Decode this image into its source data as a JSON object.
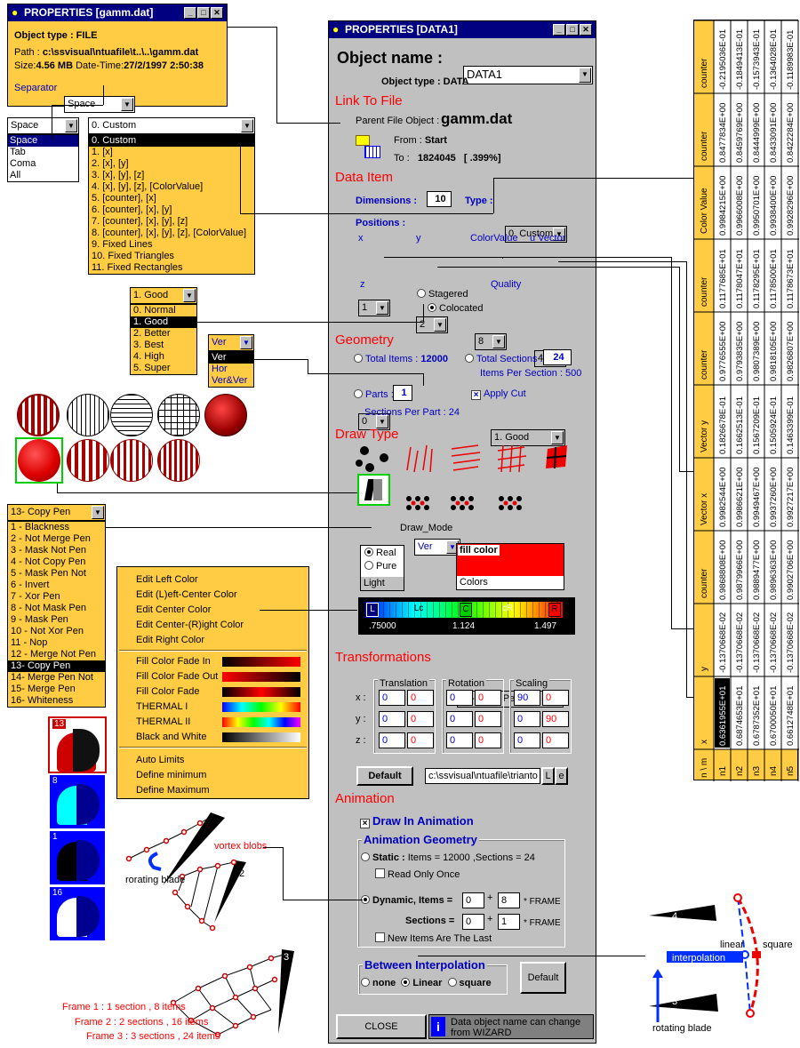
{
  "file_props": {
    "title": "PROPERTIES  [gamm.dat]",
    "object_type": "Object type : FILE",
    "path_label": "Path :",
    "path_value": "c:\\ssvisual\\ntuafile\\t..\\..\\gamm.dat",
    "size_label": "Size:",
    "size_value": "4.56 MB",
    "datetime_label": "Date-Time:",
    "datetime_value": "27/2/1997 2:50:38",
    "separator_label": "Separator",
    "separator_value": "Space"
  },
  "separator_list": {
    "selected": "Space",
    "items": [
      "Space",
      "Tab",
      "Coma",
      "All"
    ]
  },
  "type_list": {
    "selected": "0. Custom",
    "items": [
      "0. Custom",
      "1. [x]",
      "2. [x], [y]",
      "3. [x], [y], [z]",
      "4. [x], [y], [z], [ColorValue]",
      "5. [counter], [x]",
      "6. [counter], [x], [y]",
      "7. [counter], [x], [y], [z]",
      "8. [counter], [x], [y], [z], [ColorValue]",
      "9. Fixed Lines",
      "10. Fixed Triangles",
      "11. Fixed Rectangles"
    ]
  },
  "quality_list": {
    "selected": "1. Good",
    "items": [
      "0. Normal",
      "1. Good",
      "2. Better",
      "3. Best",
      "4. High",
      "5. Super"
    ]
  },
  "ver_list": {
    "selected": "Ver",
    "items": [
      "Ver",
      "Hor",
      "Ver&Ver"
    ]
  },
  "pen_list": {
    "selected": "13- Copy Pen",
    "items": [
      "1 - Blackness",
      "2 - Not Merge Pen",
      "3 - Mask Not Pen",
      "4 - Not Copy Pen",
      "5 - Mask Pen Not",
      "6 - Invert",
      "7 - Xor Pen",
      "8 - Not Mask Pen",
      "9 - Mask Pen",
      "10 - Not Xor Pen",
      "11 - Nop",
      "12 - Merge Not Pen",
      "13- Copy Pen",
      "14- Merge Pen Not",
      "15- Merge Pen",
      "16- Whiteness"
    ]
  },
  "color_menu": {
    "items": [
      "Edit Left Color",
      "Edit (L)eft-Center Color",
      "Edit Center Color",
      "Edit Center-(R)ight Color",
      "Edit Right Color"
    ],
    "fades": [
      "Fill Color Fade In",
      "Fill Color Fade Out",
      "Fill Color Fade",
      "THERMAL   I",
      "THERMAL   II",
      "Black and White"
    ],
    "limits": [
      "Auto Limits",
      "Define minimum",
      "Define Maximum"
    ]
  },
  "pen_previews": [
    "13",
    "8",
    "1",
    "16"
  ],
  "main": {
    "title": "PROPERTIES  [DATA1]",
    "object_name_label": "Object name :",
    "object_name_value": "DATA1",
    "object_type": "Object type : DATA",
    "link_to_file": "Link To File",
    "parent_label": "Parent File Object :",
    "parent_value": "gamm.dat",
    "from_label": "From :",
    "from_value": "Start",
    "to_label": "To :",
    "to_value": "1824045",
    "to_pct": "[ .399%]",
    "data_item": "Data Item",
    "dimensions_label": "Dimensions :",
    "dimensions_value": "10",
    "type_label": "Type :",
    "type_value": "0. Custom",
    "positions_label": "Positions :",
    "x_label": "x",
    "x_value": "1",
    "y_label": "y",
    "y_value": "2",
    "colorvalue_label": "ColorValue",
    "colorvalue_value": "8",
    "uvector_label": "u Vector",
    "uvector_value": "4",
    "z_label": "z",
    "z_value": "0",
    "staggered": "Stagered",
    "colocated": "Colocated",
    "quality_label": "Quality",
    "quality_value": "1. Good",
    "geometry": "Geometry",
    "total_items_label": "Total Items :",
    "total_items_value": "12000",
    "total_sections_label": "Total Sections :",
    "total_sections_value": "24",
    "items_per_section": "Items Per Section : 500",
    "parts_label": "Parts :",
    "parts_value": "1",
    "parts_dir": "Ver",
    "apply_cut": "Apply Cut",
    "sections_per_part": "Sections Per Part : 24",
    "draw_type": "Draw Type",
    "draw_mode_label": "Draw_Mode",
    "draw_mode_value": "13- Copy Pen",
    "real": "Real",
    "pure": "Pure",
    "light": "Light",
    "fill_color": "fill color",
    "colors": "Colors",
    "bar_labels": [
      "L",
      "Lc",
      "C",
      "cR",
      "R"
    ],
    "bar_values": [
      ".75000",
      "1.124",
      "1.497"
    ],
    "transformations": "Transformations",
    "translation": "Translation",
    "rotation": "Rotation",
    "scaling": "Scaling",
    "axis_x": "x :",
    "axis_y": "y :",
    "axis_z": "z :",
    "tr": [
      [
        "0",
        "0"
      ],
      [
        "0",
        "0"
      ],
      [
        "0",
        "0"
      ]
    ],
    "rot": [
      [
        "0",
        "0"
      ],
      [
        "0",
        "0"
      ],
      [
        "0",
        "0"
      ]
    ],
    "sc": [
      [
        "90",
        "0"
      ],
      [
        "0",
        "90"
      ],
      [
        "0",
        "0"
      ]
    ],
    "default_btn": "Default",
    "path_field": "c:\\ssvisual\\ntuafile\\trianto",
    "l_btn": "L",
    "e_btn": "e",
    "animation": "Animation",
    "draw_in_animation": "Draw In Animation",
    "anim_geometry": "Animation Geometry",
    "static_label": "Static :",
    "static_text": "Items = 12000 ,Sections = 24",
    "read_only_once": "Read Only Once",
    "dynamic_label": "Dynamic, Items =",
    "dyn_items_a": "0",
    "dyn_items_b": "8",
    "plus": "+",
    "frame": "* FRAME",
    "sections_label": "Sections =",
    "dyn_sec_a": "0",
    "dyn_sec_b": "1",
    "new_items_last": "New Items Are The Last",
    "between_interp": "Between Interpolation",
    "none": "none",
    "linear": "Linear",
    "square": "square",
    "default2": "Default",
    "close_btn": "CLOSE",
    "info_icon": "i",
    "info_text": "Data object name can change from WIZARD"
  },
  "table": {
    "corner": "n \\ m",
    "rows": [
      "n1",
      "n2",
      "n3",
      "n4",
      "n5"
    ],
    "cols": [
      {
        "head": "x",
        "vals": [
          "0.6361955E+01",
          "0.6874653E+01",
          "0.6787352E+01",
          "0.6700050E+01",
          "0.6612748E+01"
        ]
      },
      {
        "head": "y",
        "vals": [
          "-0.1370668E-02",
          "-0.1370668E-02",
          "-0.1370668E-02",
          "-0.1370668E-02",
          "-0.1370668E-02"
        ]
      },
      {
        "head": "counter",
        "vals": [
          "0.9868808E+00",
          "0.9879966E+00",
          "0.9889477E+00",
          "0.9896363E+00",
          "0.9902706E+00"
        ]
      },
      {
        "head": "Vector x",
        "vals": [
          "0.9982544E+00",
          "0.9986621E+00",
          "0.9949467E+00",
          "0.9937260E+00",
          "0.9927217E+00"
        ]
      },
      {
        "head": "Vector y",
        "vals": [
          "0.1826678E-01",
          "0.1662513E-01",
          "0.1567209E-01",
          "0.1505924E-01",
          "0.1463399E-01"
        ]
      },
      {
        "head": "counter",
        "vals": [
          "0.9776555E+00",
          "0.9793835E+00",
          "0.9807389E+00",
          "0.9818105E+00",
          "0.9826807E+00"
        ]
      },
      {
        "head": "counter",
        "vals": [
          "0.1177685E+01",
          "0.1178047E+01",
          "0.1178295E+01",
          "0.1178500E+01",
          "0.1178673E+01"
        ]
      },
      {
        "head": "Color Value",
        "vals": [
          "0.9984215E+00",
          "0.9966008E+00",
          "0.9950701E+00",
          "0.9938400E+00",
          "0.9928296E+00"
        ]
      },
      {
        "head": "counter",
        "vals": [
          "0.8477834E+00",
          "0.8459769E+00",
          "0.8444999E+00",
          "0.8433091E+00",
          "0.8422284E+00"
        ]
      },
      {
        "head": "counter",
        "vals": [
          "-0.2195036E-01",
          "-0.1849413E-01",
          "-0.1573943E-01",
          "-0.1364028E-01",
          "-0.1189983E-01"
        ]
      }
    ]
  },
  "annotations": {
    "rotating_blade_1": "rorating blade",
    "vortex_blobs": "vortex blobs",
    "frame1": "Frame 1 : 1 section , 8 items",
    "frame2": "Frame 2 : 2 sections , 16 items",
    "frame3": "Frame 3 : 3 sections , 24 items",
    "blade_nums": [
      "1",
      "2",
      "3"
    ],
    "right_interp": "interpolation",
    "right_linear": "linear",
    "right_square": "square",
    "right_rotating": "rotating blade",
    "right_blade_nums": [
      "4",
      "3"
    ]
  },
  "colors": {
    "panel_yellow": "#ffcc44",
    "title_blue": "#000080",
    "section_red": "#ff0000"
  }
}
